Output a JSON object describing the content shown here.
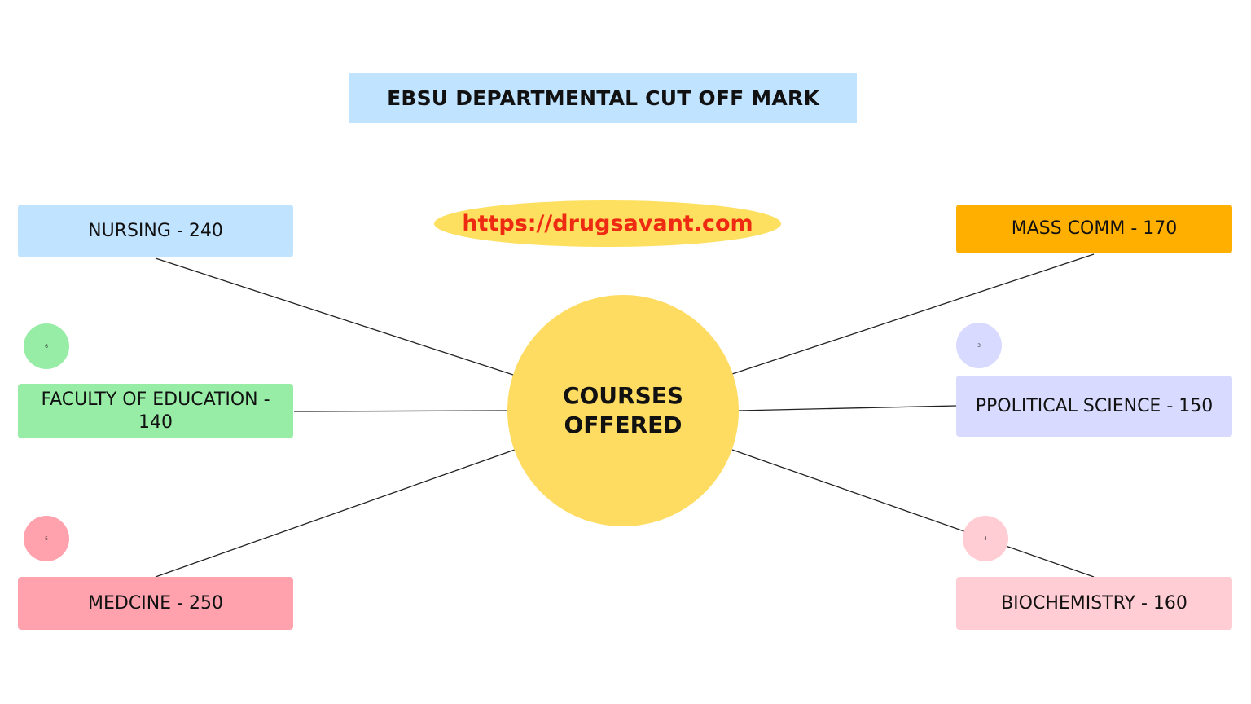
{
  "title": "EBSU DEPARTMENTAL CUT OFF MARK",
  "url": "https://drugsavant.com",
  "center": "COURSES OFFERED",
  "nodes": [
    {
      "label": "NURSING - 240",
      "color": "#c0e3ff"
    },
    {
      "label": "FACULTY OF EDUCATION - 140",
      "color": "#98eda6"
    },
    {
      "label": "MEDCINE - 250",
      "color": "#ffa2ae"
    },
    {
      "label": "MASS COMM - 170",
      "color": "#ffaf00"
    },
    {
      "label": "PPOLITICAL SCIENCE - 150",
      "color": "#d8daff"
    },
    {
      "label": "BIOCHEMISTRY - 160",
      "color": "#ffcdd3"
    }
  ],
  "badges": [
    {
      "label": "6",
      "color": "#98eda6"
    },
    {
      "label": "5",
      "color": "#ffa2ae"
    },
    {
      "label": "3",
      "color": "#d8daff"
    },
    {
      "label": "4",
      "color": "#ffcdd3"
    }
  ]
}
